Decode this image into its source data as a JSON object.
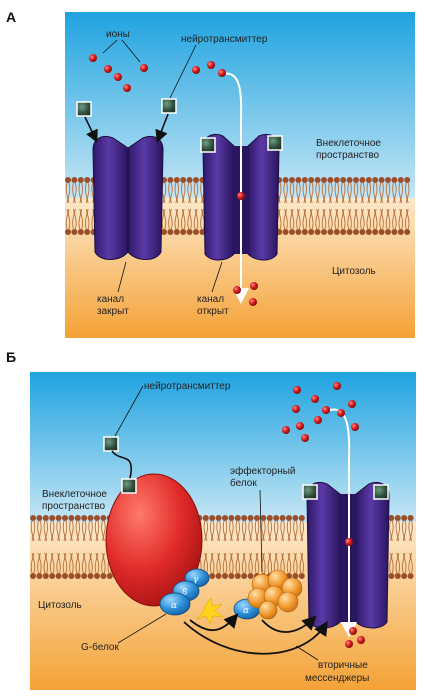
{
  "panels": [
    {
      "letter": "А",
      "labels": {
        "ions": "ионы",
        "neurotransmitter": "нейротрансмиттер",
        "extracellular": [
          "Внеклеточное",
          "пространство"
        ],
        "cytosol": "Цитозоль",
        "channel_closed": [
          "канал",
          "закрыт"
        ],
        "channel_open": [
          "канал",
          "открыт"
        ]
      }
    },
    {
      "letter": "Б",
      "labels": {
        "neurotransmitter": "нейротрансмиттер",
        "extracellular": [
          "Внеклеточное",
          "пространство"
        ],
        "cytosol": "Цитозоль",
        "effector": [
          "эффекторный",
          "белок"
        ],
        "g_protein": "G-белок",
        "second_messengers": [
          "вторичные",
          "мессенджеры"
        ],
        "alpha": "α",
        "beta": "β",
        "gamma": "γ"
      }
    }
  ],
  "colors": {
    "extracellular_top": "#1fa3e0",
    "extracellular_bottom": "#bfe3f4",
    "cytosol_top": "#fde6c4",
    "cytosol_bottom": "#f5a63c",
    "lipid_head": "#9a4e2a",
    "lipid_tail": "#b7713f",
    "channel": "#4a2a8c",
    "ligand": "#2f4d3c",
    "ion": "#d81e1e",
    "receptor": "#e02a2a",
    "g_protein": "#2a8fd8",
    "effector": "#f29a2e",
    "spark": "#ffd21a"
  }
}
